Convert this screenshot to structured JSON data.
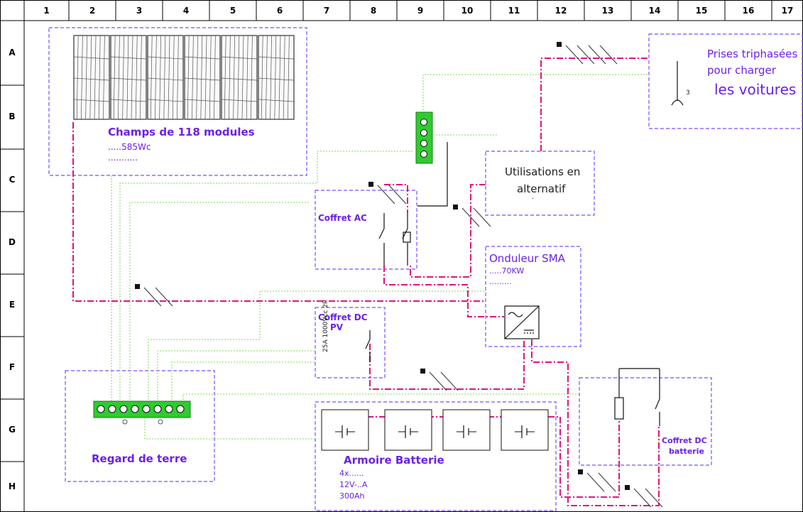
{
  "grid": {
    "columns": [
      "1",
      "2",
      "3",
      "4",
      "5",
      "6",
      "7",
      "8",
      "9",
      "10",
      "11",
      "12",
      "13",
      "14",
      "15",
      "16",
      "17"
    ],
    "rows": [
      "A",
      "B",
      "C",
      "D",
      "E",
      "F",
      "G",
      "H"
    ]
  },
  "pv_field": {
    "title": "Champs de 118 modules",
    "power": ".....585Wc",
    "dots": "..........."
  },
  "sockets": {
    "line1": "Prises triphasées",
    "line2": "pour charger",
    "line3": "les voitures",
    "phase_count": "3"
  },
  "ac_usage": {
    "line1": "Utilisations en",
    "line2": "alternatif",
    "dot": "."
  },
  "ac_box": {
    "label": "Coffret AC"
  },
  "inverter": {
    "title": "Onduleur SMA",
    "power": ".....70KW",
    "dots": "........."
  },
  "dc_pv_box": {
    "line1": "Coffret DC",
    "line2": "PV",
    "rating": "25A 1000Vcc 2P"
  },
  "earth_pit": {
    "label": "Regard de terre"
  },
  "battery_cabinet": {
    "title": "Armoire Batterie",
    "line1": "4x......",
    "line2": "12V-..A",
    "line3": "300Ah"
  },
  "dc_battery_box": {
    "line1": "Coffret DC",
    "line2": "batterie"
  },
  "colors": {
    "dc_line": "#e0157a",
    "earth_line": "#7ed957",
    "frame": "#7b4dff",
    "bar_green": "#2ecc2e"
  }
}
